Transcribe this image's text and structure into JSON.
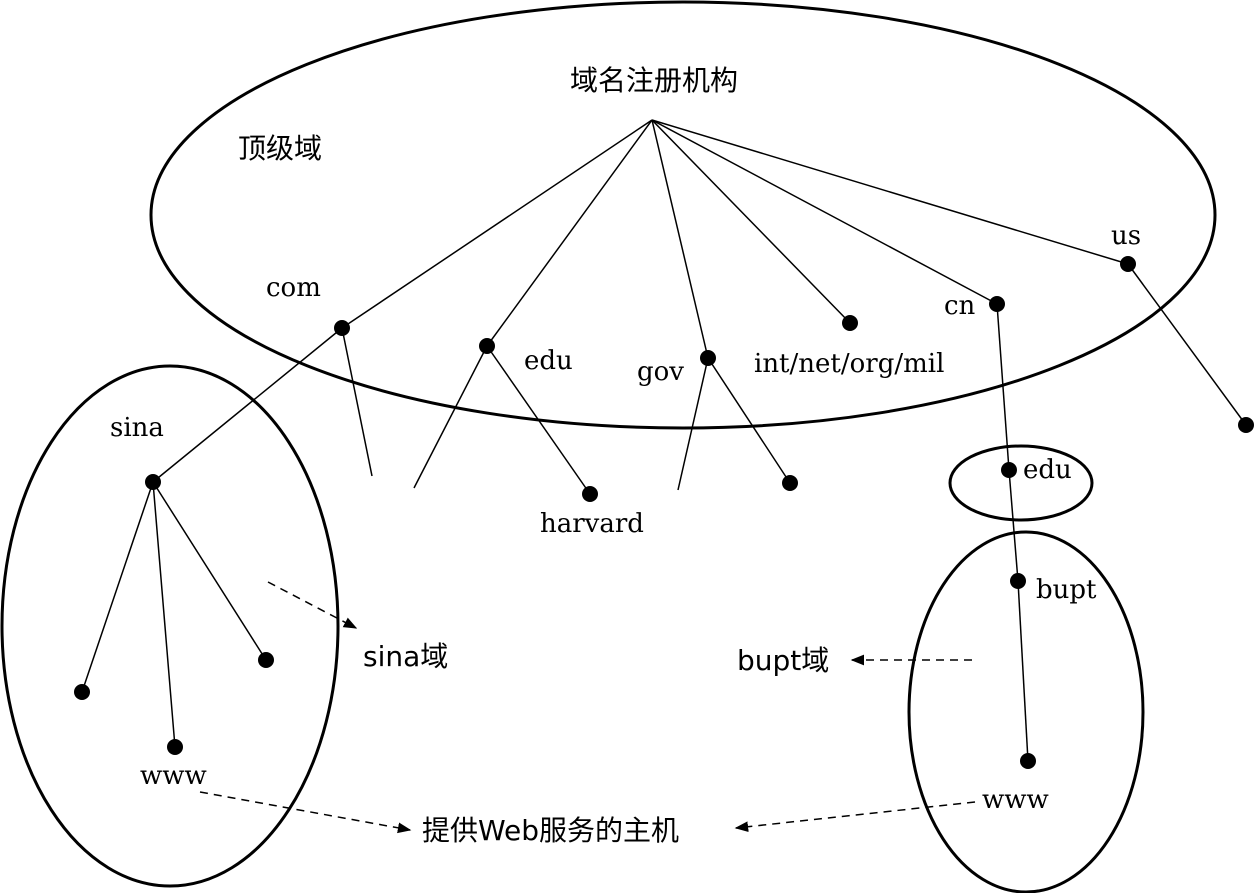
{
  "labels": {
    "root": "域名注册机构",
    "top_level": "顶级域",
    "com": "com",
    "edu": "edu",
    "gov": "gov",
    "others": "int/net/org/mil",
    "cn": "cn",
    "us": "us",
    "sina": "sina",
    "sina_www": "www",
    "sina_domain": "sina域",
    "harvard": "harvard",
    "cn_edu": "edu",
    "bupt": "bupt",
    "bupt_domain": "bupt域",
    "bupt_www": "www",
    "web_host": "提供Web服务的主机"
  }
}
